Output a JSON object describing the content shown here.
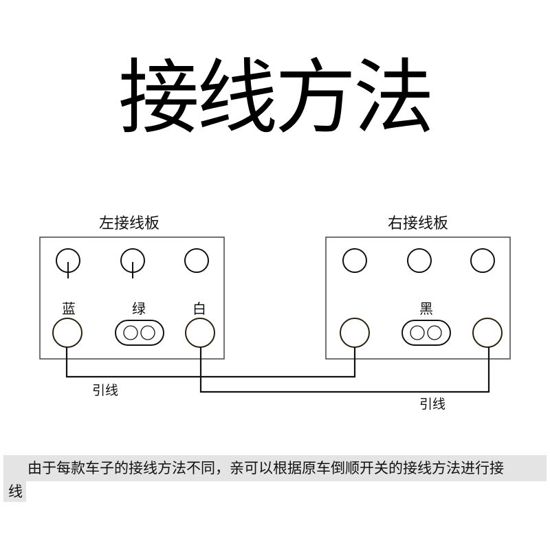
{
  "title": "接线方法",
  "boards": {
    "left": {
      "label": "左接线板",
      "terminals": {
        "blue": "蓝",
        "green": "绿",
        "white": "白"
      }
    },
    "right": {
      "label": "右接线板",
      "terminals": {
        "black": "黑"
      }
    }
  },
  "leads": [
    "引线",
    "引线"
  ],
  "note": {
    "line1": "由于每款车子的接线方法不同，亲可以根据原车倒顺开关的接线方法进行接",
    "line2": "线"
  },
  "colors": {
    "stroke": "#111111",
    "box_stroke": "#444444",
    "note_bg": "#e4e4e4",
    "terminal_edge": "#3a2a10"
  }
}
